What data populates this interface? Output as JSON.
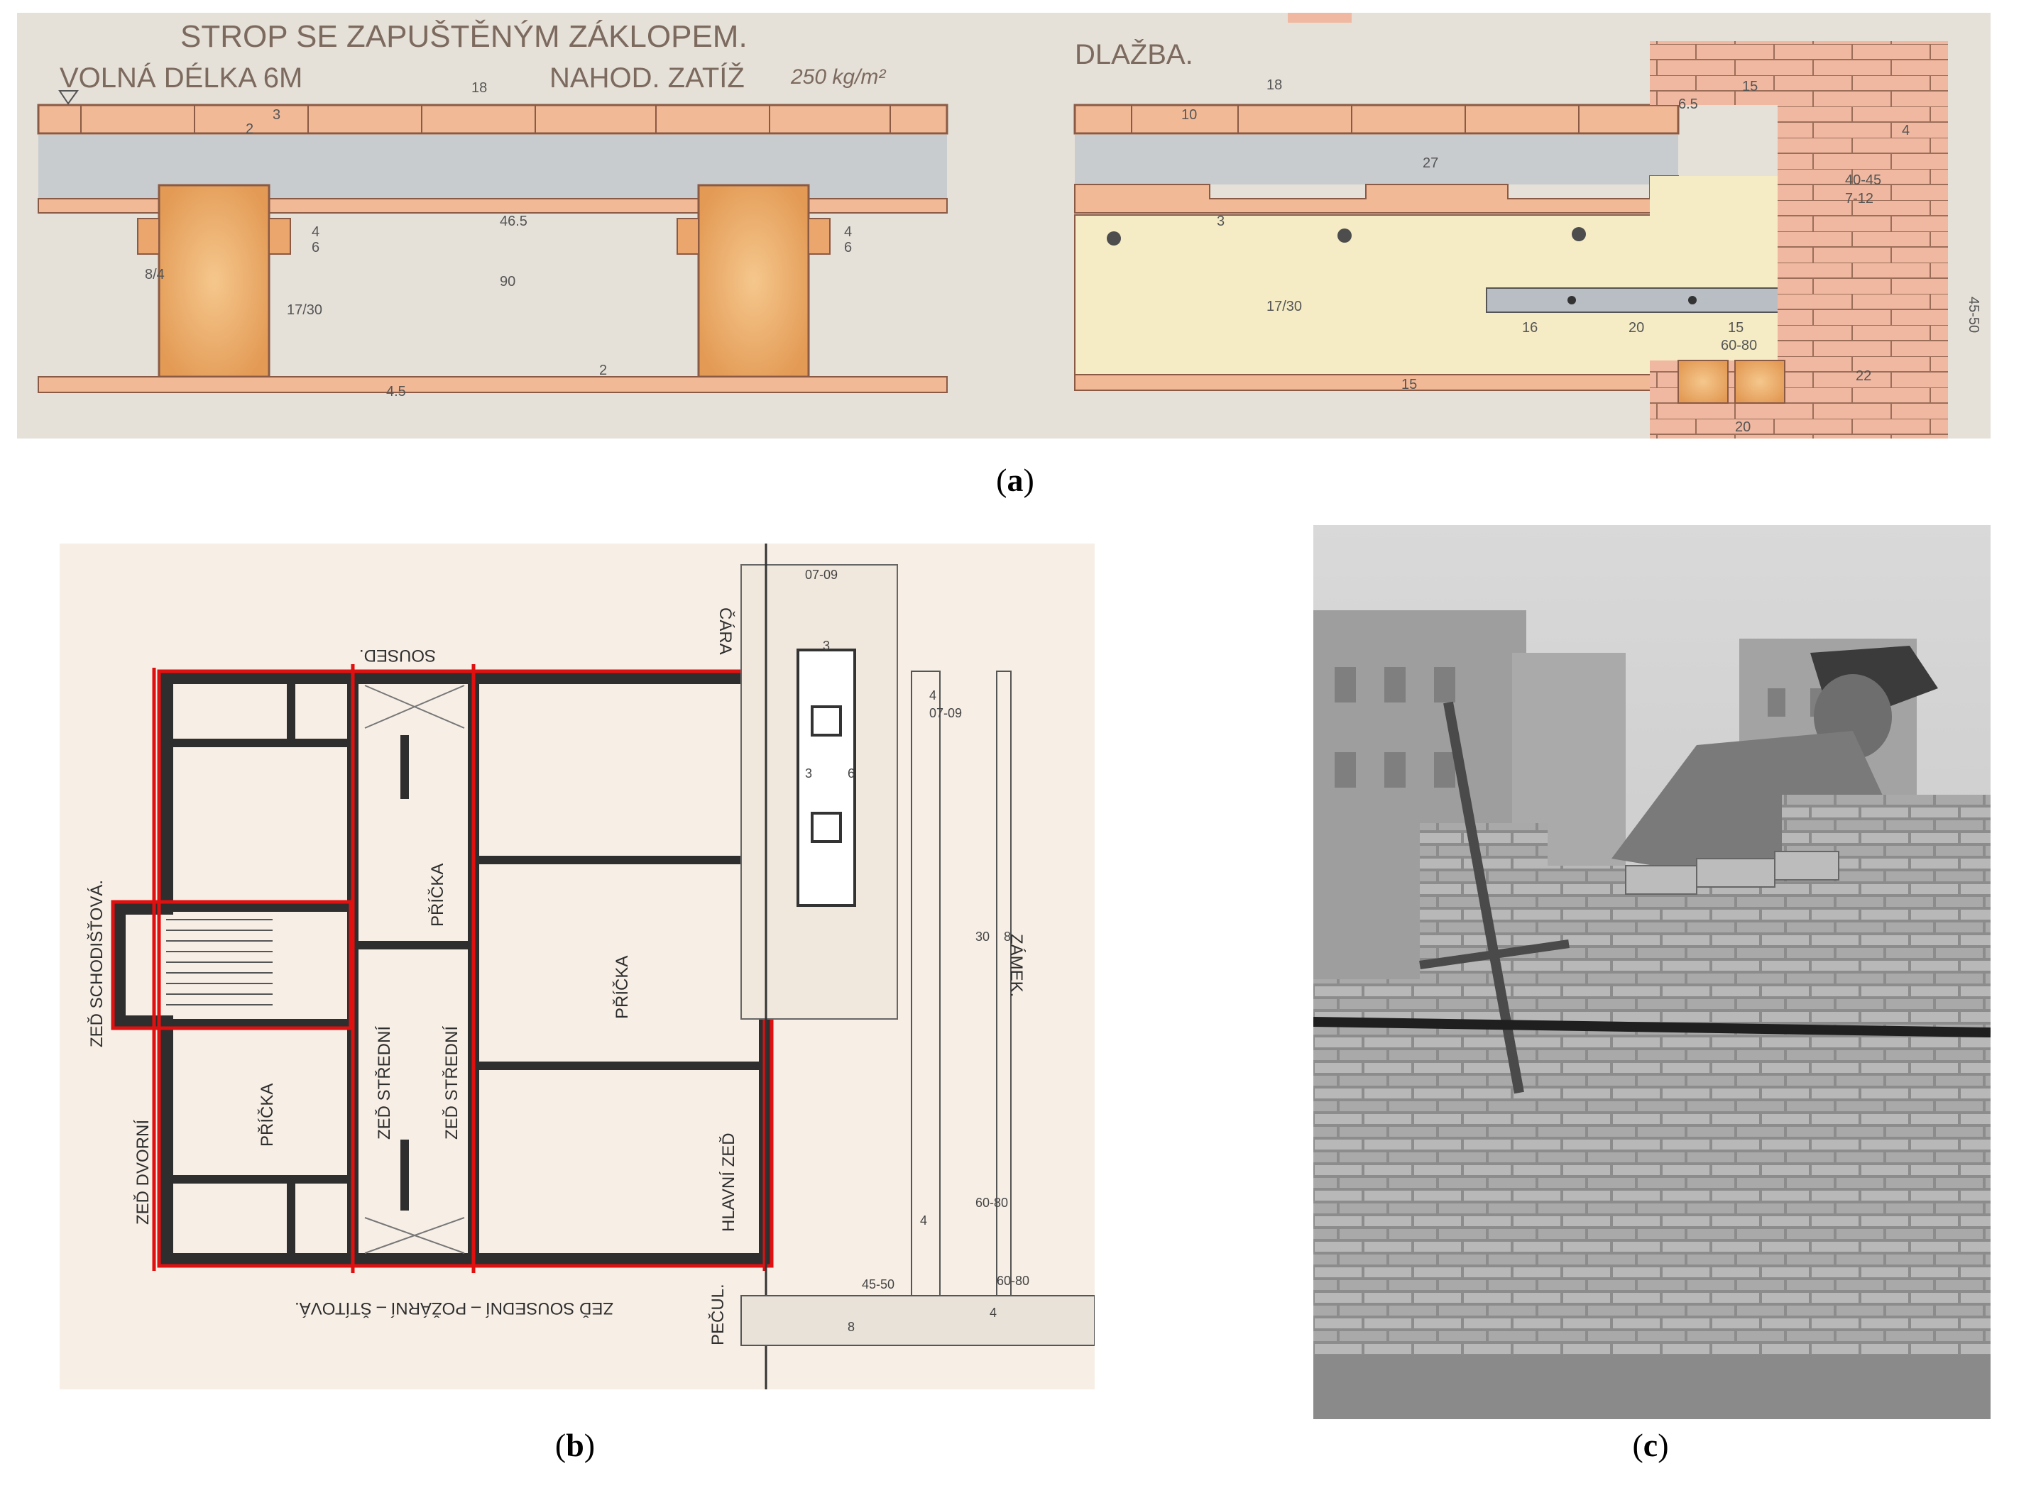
{
  "panel_a": {
    "title": "STROP SE ZAPUŠTĚNÝM ZÁKLOPEM.",
    "span_label": "VOLNÁ DÉLKA 6M",
    "load_label": "NAHOD. ZATÍŽ",
    "load_value": "250 kg/m²",
    "paving_label": "DLAŽBA.",
    "dims_left": [
      "18",
      "3",
      "2",
      "46.5",
      "4",
      "6",
      "90",
      "4",
      "6",
      "8/4",
      "17/30",
      "2",
      "4.5"
    ],
    "dims_right": [
      "18",
      "10",
      "27",
      "3",
      "6.5",
      "15",
      "4",
      "40-45",
      "7-12",
      "17/30",
      "16",
      "20",
      "15",
      "60-80",
      "22",
      "20",
      "15",
      "45-50"
    ]
  },
  "panel_b": {
    "top_label": "SOUSED.",
    "right_label": "ČÁRA",
    "bottom_label": "ZEĎ SOUSEDNÍ – POŽÁRNÍ – ŠTÍTOVÁ.",
    "stair_wall_label": "ZEĎ SCHODIŠŤOVÁ.",
    "court_wall_label": "ZEĎ DVORNÍ",
    "middle_wall_1": "ZEĎ STŘEDNÍ",
    "middle_wall_2": "ZEĎ STŘEDNÍ",
    "main_wall_label": "HLAVNÍ ZEĎ",
    "partition_1": "PŘÍČKA",
    "partition_2": "PŘÍČKA",
    "partition_3": "PŘÍČKA",
    "street_label": "PEČUL.",
    "lock_label": "ZÁMEK.",
    "dims": [
      "07-09",
      "3",
      "3",
      "6",
      "4",
      "07-09",
      "30",
      "8",
      "60-80",
      "45-50",
      "8",
      "4",
      "60-80",
      "4"
    ]
  },
  "panel_c": {},
  "captions": {
    "a": "a",
    "b": "b",
    "c": "c"
  }
}
